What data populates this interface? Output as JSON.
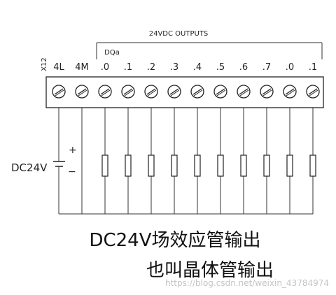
{
  "diagram": {
    "header": "24VDC  OUTPUTS",
    "connector_id": "X12",
    "group_label": "DQa",
    "terminals": [
      "4L",
      "4M",
      ".0",
      ".1",
      ".2",
      ".3",
      ".4",
      ".5",
      ".6",
      ".7",
      ".0",
      ".1"
    ],
    "supply_label": "DC24V",
    "plus_sign": "+",
    "minus_sign": "−"
  },
  "caption": {
    "line1": "DC24V场效应管输出",
    "line2": "也叫晶体管输出"
  },
  "watermark": "https://blog.csdn.net/weixin_43784974"
}
